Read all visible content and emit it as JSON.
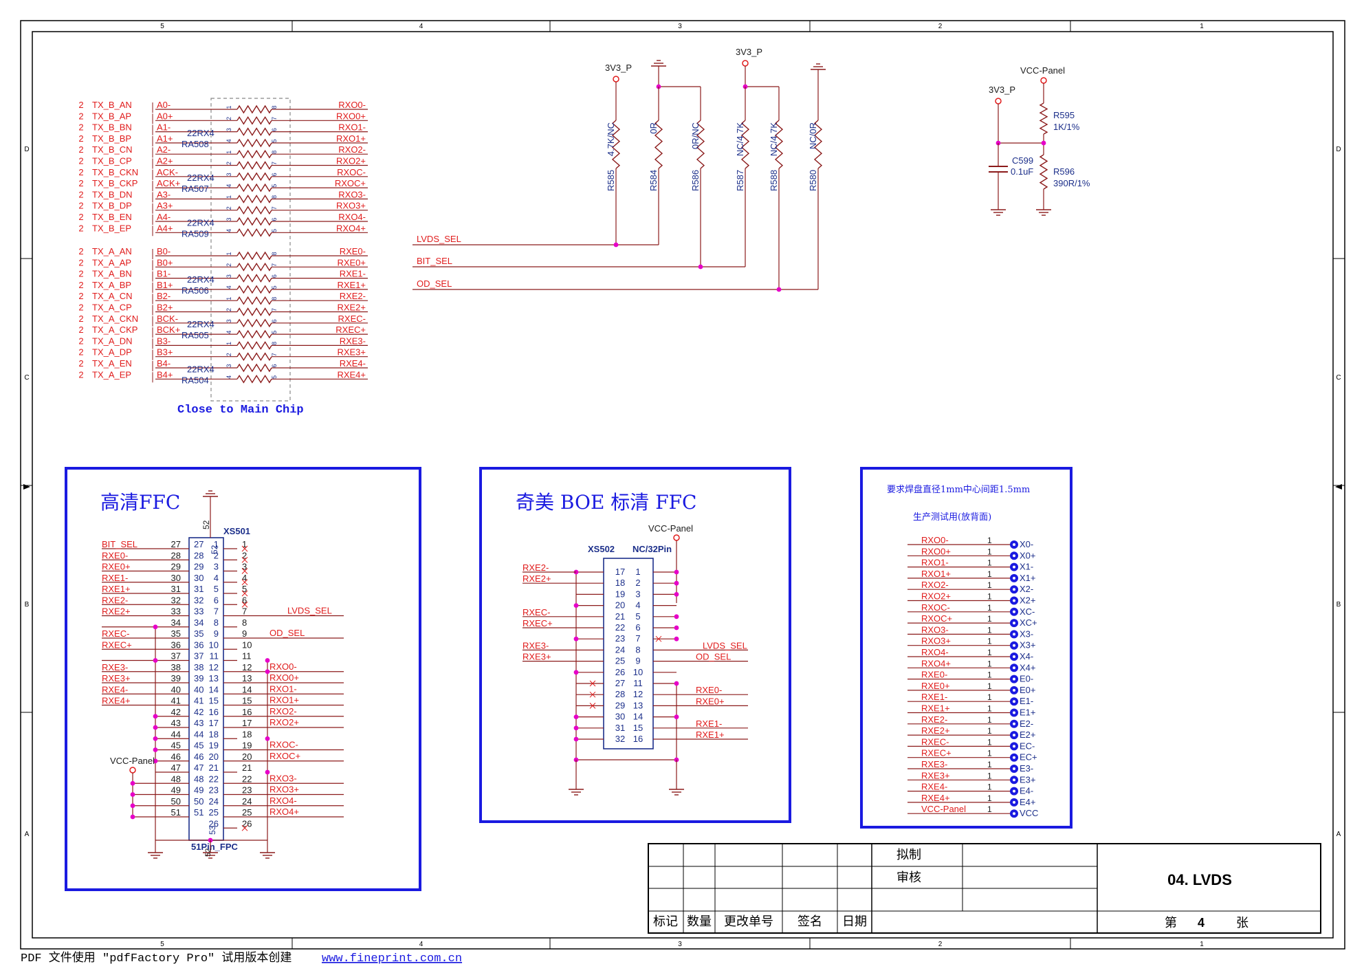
{
  "colors": {
    "wire": "#8b1a1a",
    "net": "#e01b1b",
    "ref": "#1c2f8a",
    "box": "#1a1ae0",
    "junction": "#e600c8",
    "frame": "#000000"
  },
  "border": {
    "top": [
      "5",
      "4",
      "3",
      "2",
      "1"
    ],
    "bottom": [
      "5",
      "4",
      "3",
      "2",
      "1"
    ],
    "left": [
      "D",
      "C",
      "B",
      "A"
    ],
    "right": [
      "D",
      "C",
      "B",
      "A"
    ]
  },
  "ra": {
    "groups": [
      {
        "rows": [
          {
            "sheet": "2",
            "port": "TX_B_AN",
            "net": "A0-",
            "out": "RXO0-"
          },
          {
            "sheet": "2",
            "port": "TX_B_AP",
            "net": "A0+",
            "out": "RXO0+"
          },
          {
            "sheet": "2",
            "port": "TX_B_BN",
            "net": "A1-",
            "out": "RXO1-"
          },
          {
            "sheet": "2",
            "port": "TX_B_BP",
            "net": "A1+",
            "out": "RXO1+"
          },
          {
            "sheet": "2",
            "port": "TX_B_CN",
            "net": "A2-",
            "out": "RXO2-"
          },
          {
            "sheet": "2",
            "port": "TX_B_CP",
            "net": "A2+",
            "out": "RXO2+"
          },
          {
            "sheet": "2",
            "port": "TX_B_CKN",
            "net": "ACK-",
            "out": "RXOC-"
          },
          {
            "sheet": "2",
            "port": "TX_B_CKP",
            "net": "ACK+",
            "out": "RXOC+"
          },
          {
            "sheet": "2",
            "port": "TX_B_DN",
            "net": "A3-",
            "out": "RXO3-"
          },
          {
            "sheet": "2",
            "port": "TX_B_DP",
            "net": "A3+",
            "out": "RXO3+"
          },
          {
            "sheet": "2",
            "port": "TX_B_EN",
            "net": "A4-",
            "out": "RXO4-"
          },
          {
            "sheet": "2",
            "port": "TX_B_EP",
            "net": "A4+",
            "out": "RXO4+"
          }
        ],
        "packs": [
          {
            "value": "22RX4",
            "ref": "RA508"
          },
          {
            "value": "22RX4",
            "ref": "RA507"
          },
          {
            "value": "22RX4",
            "ref": "RA509"
          }
        ]
      },
      {
        "rows": [
          {
            "sheet": "2",
            "port": "TX_A_AN",
            "net": "B0-",
            "out": "RXE0-"
          },
          {
            "sheet": "2",
            "port": "TX_A_AP",
            "net": "B0+",
            "out": "RXE0+"
          },
          {
            "sheet": "2",
            "port": "TX_A_BN",
            "net": "B1-",
            "out": "RXE1-"
          },
          {
            "sheet": "2",
            "port": "TX_A_BP",
            "net": "B1+",
            "out": "RXE1+"
          },
          {
            "sheet": "2",
            "port": "TX_A_CN",
            "net": "B2-",
            "out": "RXE2-"
          },
          {
            "sheet": "2",
            "port": "TX_A_CP",
            "net": "B2+",
            "out": "RXE2+"
          },
          {
            "sheet": "2",
            "port": "TX_A_CKN",
            "net": "BCK-",
            "out": "RXEC-"
          },
          {
            "sheet": "2",
            "port": "TX_A_CKP",
            "net": "BCK+",
            "out": "RXEC+"
          },
          {
            "sheet": "2",
            "port": "TX_A_DN",
            "net": "B3-",
            "out": "RXE3-"
          },
          {
            "sheet": "2",
            "port": "TX_A_DP",
            "net": "B3+",
            "out": "RXE3+"
          },
          {
            "sheet": "2",
            "port": "TX_A_EN",
            "net": "B4-",
            "out": "RXE4-"
          },
          {
            "sheet": "2",
            "port": "TX_A_EP",
            "net": "B4+",
            "out": "RXE4+"
          }
        ],
        "packs": [
          {
            "value": "22RX4",
            "ref": "RA506"
          },
          {
            "value": "22RX4",
            "ref": "RA505"
          },
          {
            "value": "22RX4",
            "ref": "RA504"
          }
        ]
      }
    ],
    "pins": [
      "1",
      "8",
      "2",
      "7",
      "3",
      "6",
      "4",
      "5"
    ],
    "note": "Close to Main Chip"
  },
  "straps": {
    "power": [
      "3V3_P",
      "3V3_P"
    ],
    "resistors": [
      {
        "ref": "R585",
        "value": "4.7K/NC"
      },
      {
        "ref": "R584",
        "value": "0R"
      },
      {
        "ref": "R586",
        "value": "0R/NC"
      },
      {
        "ref": "R587",
        "value": "NC/4.7K"
      },
      {
        "ref": "R588",
        "value": "NC/4.7K"
      },
      {
        "ref": "R580",
        "value": "NC/0R"
      }
    ],
    "nets": [
      "LVDS_SEL",
      "BIT_SEL",
      "OD_SEL"
    ]
  },
  "vcc": {
    "vcc": "VCC-Panel",
    "pwr": "3V3_P",
    "r1": {
      "ref": "R595",
      "value": "1K/1%"
    },
    "r2": {
      "ref": "R596",
      "value": "390R/1%"
    },
    "cap": {
      "ref": "C599",
      "value": "0.1uF"
    }
  },
  "ffc1": {
    "title": "高清FFC",
    "ref": "XS501",
    "footprint": "51Pin_FPC",
    "gnd_pin": "52",
    "pin53": "53",
    "pin52b": "52",
    "vcc": "VCC-Panel",
    "left_nums": [
      "27",
      "28",
      "29",
      "30",
      "31",
      "32",
      "33",
      "34",
      "35",
      "36",
      "37",
      "38",
      "39",
      "40",
      "41",
      "42",
      "43",
      "44",
      "45",
      "46",
      "47",
      "48",
      "49",
      "50",
      "51"
    ],
    "right_nums": [
      "1",
      "2",
      "3",
      "4",
      "5",
      "6",
      "7",
      "8",
      "9",
      "10",
      "11",
      "12",
      "13",
      "14",
      "15",
      "16",
      "17",
      "18",
      "19",
      "20",
      "21",
      "22",
      "23",
      "24",
      "25",
      "26"
    ],
    "left_nets": [
      "BIT_SEL",
      "RXE0-",
      "RXE0+",
      "RXE1-",
      "RXE1+",
      "RXE2-",
      "RXE2+",
      "",
      "RXEC-",
      "RXEC+",
      "",
      "RXE3-",
      "RXE3+",
      "RXE4-",
      "RXE4+"
    ],
    "right_nets": [
      "LVDS_SEL",
      "",
      "OD_SEL",
      "",
      "",
      "RXO0-",
      "RXO0+",
      "RXO1-",
      "RXO1+",
      "RXO2-",
      "RXO2+",
      "",
      "RXOC-",
      "RXOC+",
      "",
      "RXO3-",
      "RXO3+",
      "RXO4-",
      "RXO4+"
    ]
  },
  "ffc2": {
    "title": "奇美 BOE 标清 FFC",
    "ref": "XS502",
    "value": "NC/32Pin",
    "vcc": "VCC-Panel",
    "left_nums": [
      "17",
      "18",
      "19",
      "20",
      "21",
      "22",
      "23",
      "24",
      "25",
      "26",
      "27",
      "28",
      "29",
      "30",
      "31",
      "32"
    ],
    "right_nums": [
      "1",
      "2",
      "3",
      "4",
      "5",
      "6",
      "7",
      "8",
      "9",
      "10",
      "11",
      "12",
      "13",
      "14",
      "15",
      "16"
    ],
    "left_nets": [
      "RXE2-",
      "RXE2+",
      "",
      "",
      "RXEC-",
      "RXEC+",
      "",
      "RXE3-",
      "RXE3+"
    ],
    "right_nets": [
      "LVDS_SEL",
      "OD_SEL",
      "",
      "RXE0-",
      "RXE0+",
      "",
      "RXE1-",
      "RXE1+"
    ]
  },
  "test": {
    "note1": "要求焊盘直径1mm中心间距1.5mm",
    "note2": "生产测试用(放背面)",
    "rows": [
      {
        "net": "RXO0-",
        "pin": "1",
        "pad": "X0-"
      },
      {
        "net": "RXO0+",
        "pin": "1",
        "pad": "X0+"
      },
      {
        "net": "RXO1-",
        "pin": "1",
        "pad": "X1-"
      },
      {
        "net": "RXO1+",
        "pin": "1",
        "pad": "X1+"
      },
      {
        "net": "RXO2-",
        "pin": "1",
        "pad": "X2-"
      },
      {
        "net": "RXO2+",
        "pin": "1",
        "pad": "X2+"
      },
      {
        "net": "RXOC-",
        "pin": "1",
        "pad": "XC-"
      },
      {
        "net": "RXOC+",
        "pin": "1",
        "pad": "XC+"
      },
      {
        "net": "RXO3-",
        "pin": "1",
        "pad": "X3-"
      },
      {
        "net": "RXO3+",
        "pin": "1",
        "pad": "X3+"
      },
      {
        "net": "RXO4-",
        "pin": "1",
        "pad": "X4-"
      },
      {
        "net": "RXO4+",
        "pin": "1",
        "pad": "X4+"
      },
      {
        "net": "RXE0-",
        "pin": "1",
        "pad": "E0-"
      },
      {
        "net": "RXE0+",
        "pin": "1",
        "pad": "E0+"
      },
      {
        "net": "RXE1-",
        "pin": "1",
        "pad": "E1-"
      },
      {
        "net": "RXE1+",
        "pin": "1",
        "pad": "E1+"
      },
      {
        "net": "RXE2-",
        "pin": "1",
        "pad": "E2-"
      },
      {
        "net": "RXE2+",
        "pin": "1",
        "pad": "E2+"
      },
      {
        "net": "RXEC-",
        "pin": "1",
        "pad": "EC-"
      },
      {
        "net": "RXEC+",
        "pin": "1",
        "pad": "EC+"
      },
      {
        "net": "RXE3-",
        "pin": "1",
        "pad": "E3-"
      },
      {
        "net": "RXE3+",
        "pin": "1",
        "pad": "E3+"
      },
      {
        "net": "RXE4-",
        "pin": "1",
        "pad": "E4-"
      },
      {
        "net": "RXE4+",
        "pin": "1",
        "pad": "E4+"
      },
      {
        "net": "VCC-Panel",
        "pin": "1",
        "pad": "VCC"
      }
    ]
  },
  "titleblock": {
    "drafted": "拟制",
    "reviewed": "审核",
    "title": "04. LVDS",
    "cols": [
      "标记",
      "数量",
      "更改单号",
      "签名",
      "日期"
    ],
    "sheet_pre": "第",
    "sheet_no": "4",
    "sheet_post": "张"
  },
  "footer": {
    "text": "PDF 文件使用 \"pdfFactory Pro\" 试用版本创建 ",
    "link": "www.fineprint.com.cn"
  }
}
